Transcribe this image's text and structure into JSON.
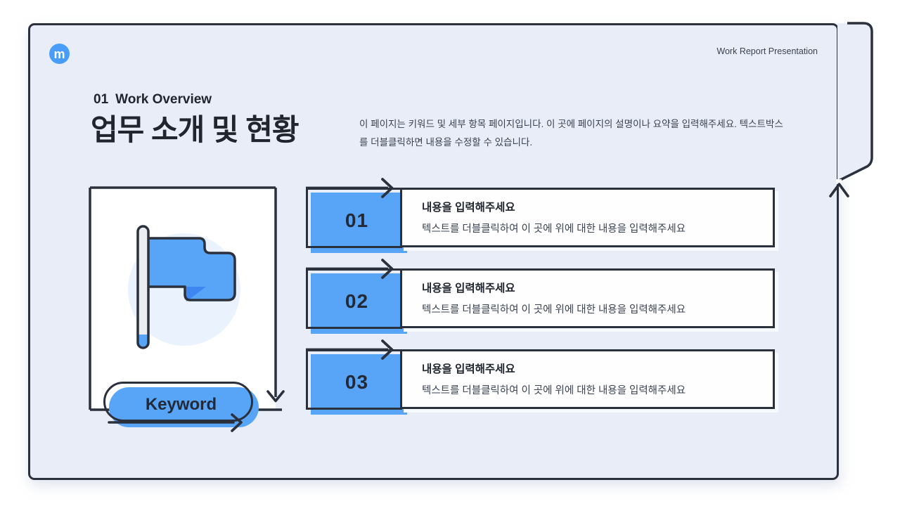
{
  "slide": {
    "brand_letter": "m",
    "header_right": "Work Report Presentation",
    "section": {
      "number": "01",
      "label": "Work Overview"
    },
    "title": "업무 소개 및 현황",
    "description": "이 페이지는 키워드 및 세부 항목 페이지입니다. 이 곳에 페이지의 설명이나 요약을 입력해주세요. 텍스트박스를 더블클릭하면 내용을 수정할 수 있습니다.",
    "keyword_label": "Keyword",
    "items": [
      {
        "number": "01",
        "title": "내용을 입력해주세요",
        "body": "텍스트를 더블클릭하여 이 곳에 위에 대한 내용을 입력해주세요"
      },
      {
        "number": "02",
        "title": "내용을 입력해주세요",
        "body": "텍스트를 더블클릭하여 이 곳에 위에 대한 내용을 입력해주세요"
      },
      {
        "number": "03",
        "title": "내용을 입력해주세요",
        "body": "텍스트를 더블클릭하여 이 곳에 위에 대한 내용을 입력해주세요"
      }
    ],
    "colors": {
      "card_bg": "#e8edf7",
      "outline_dark": "#2a303c",
      "accent_blue": "#58a5f8",
      "accent_blue_dark": "#3e87f0",
      "logo_blue": "#489df8",
      "circle_bg": "#eaf2fd"
    }
  }
}
